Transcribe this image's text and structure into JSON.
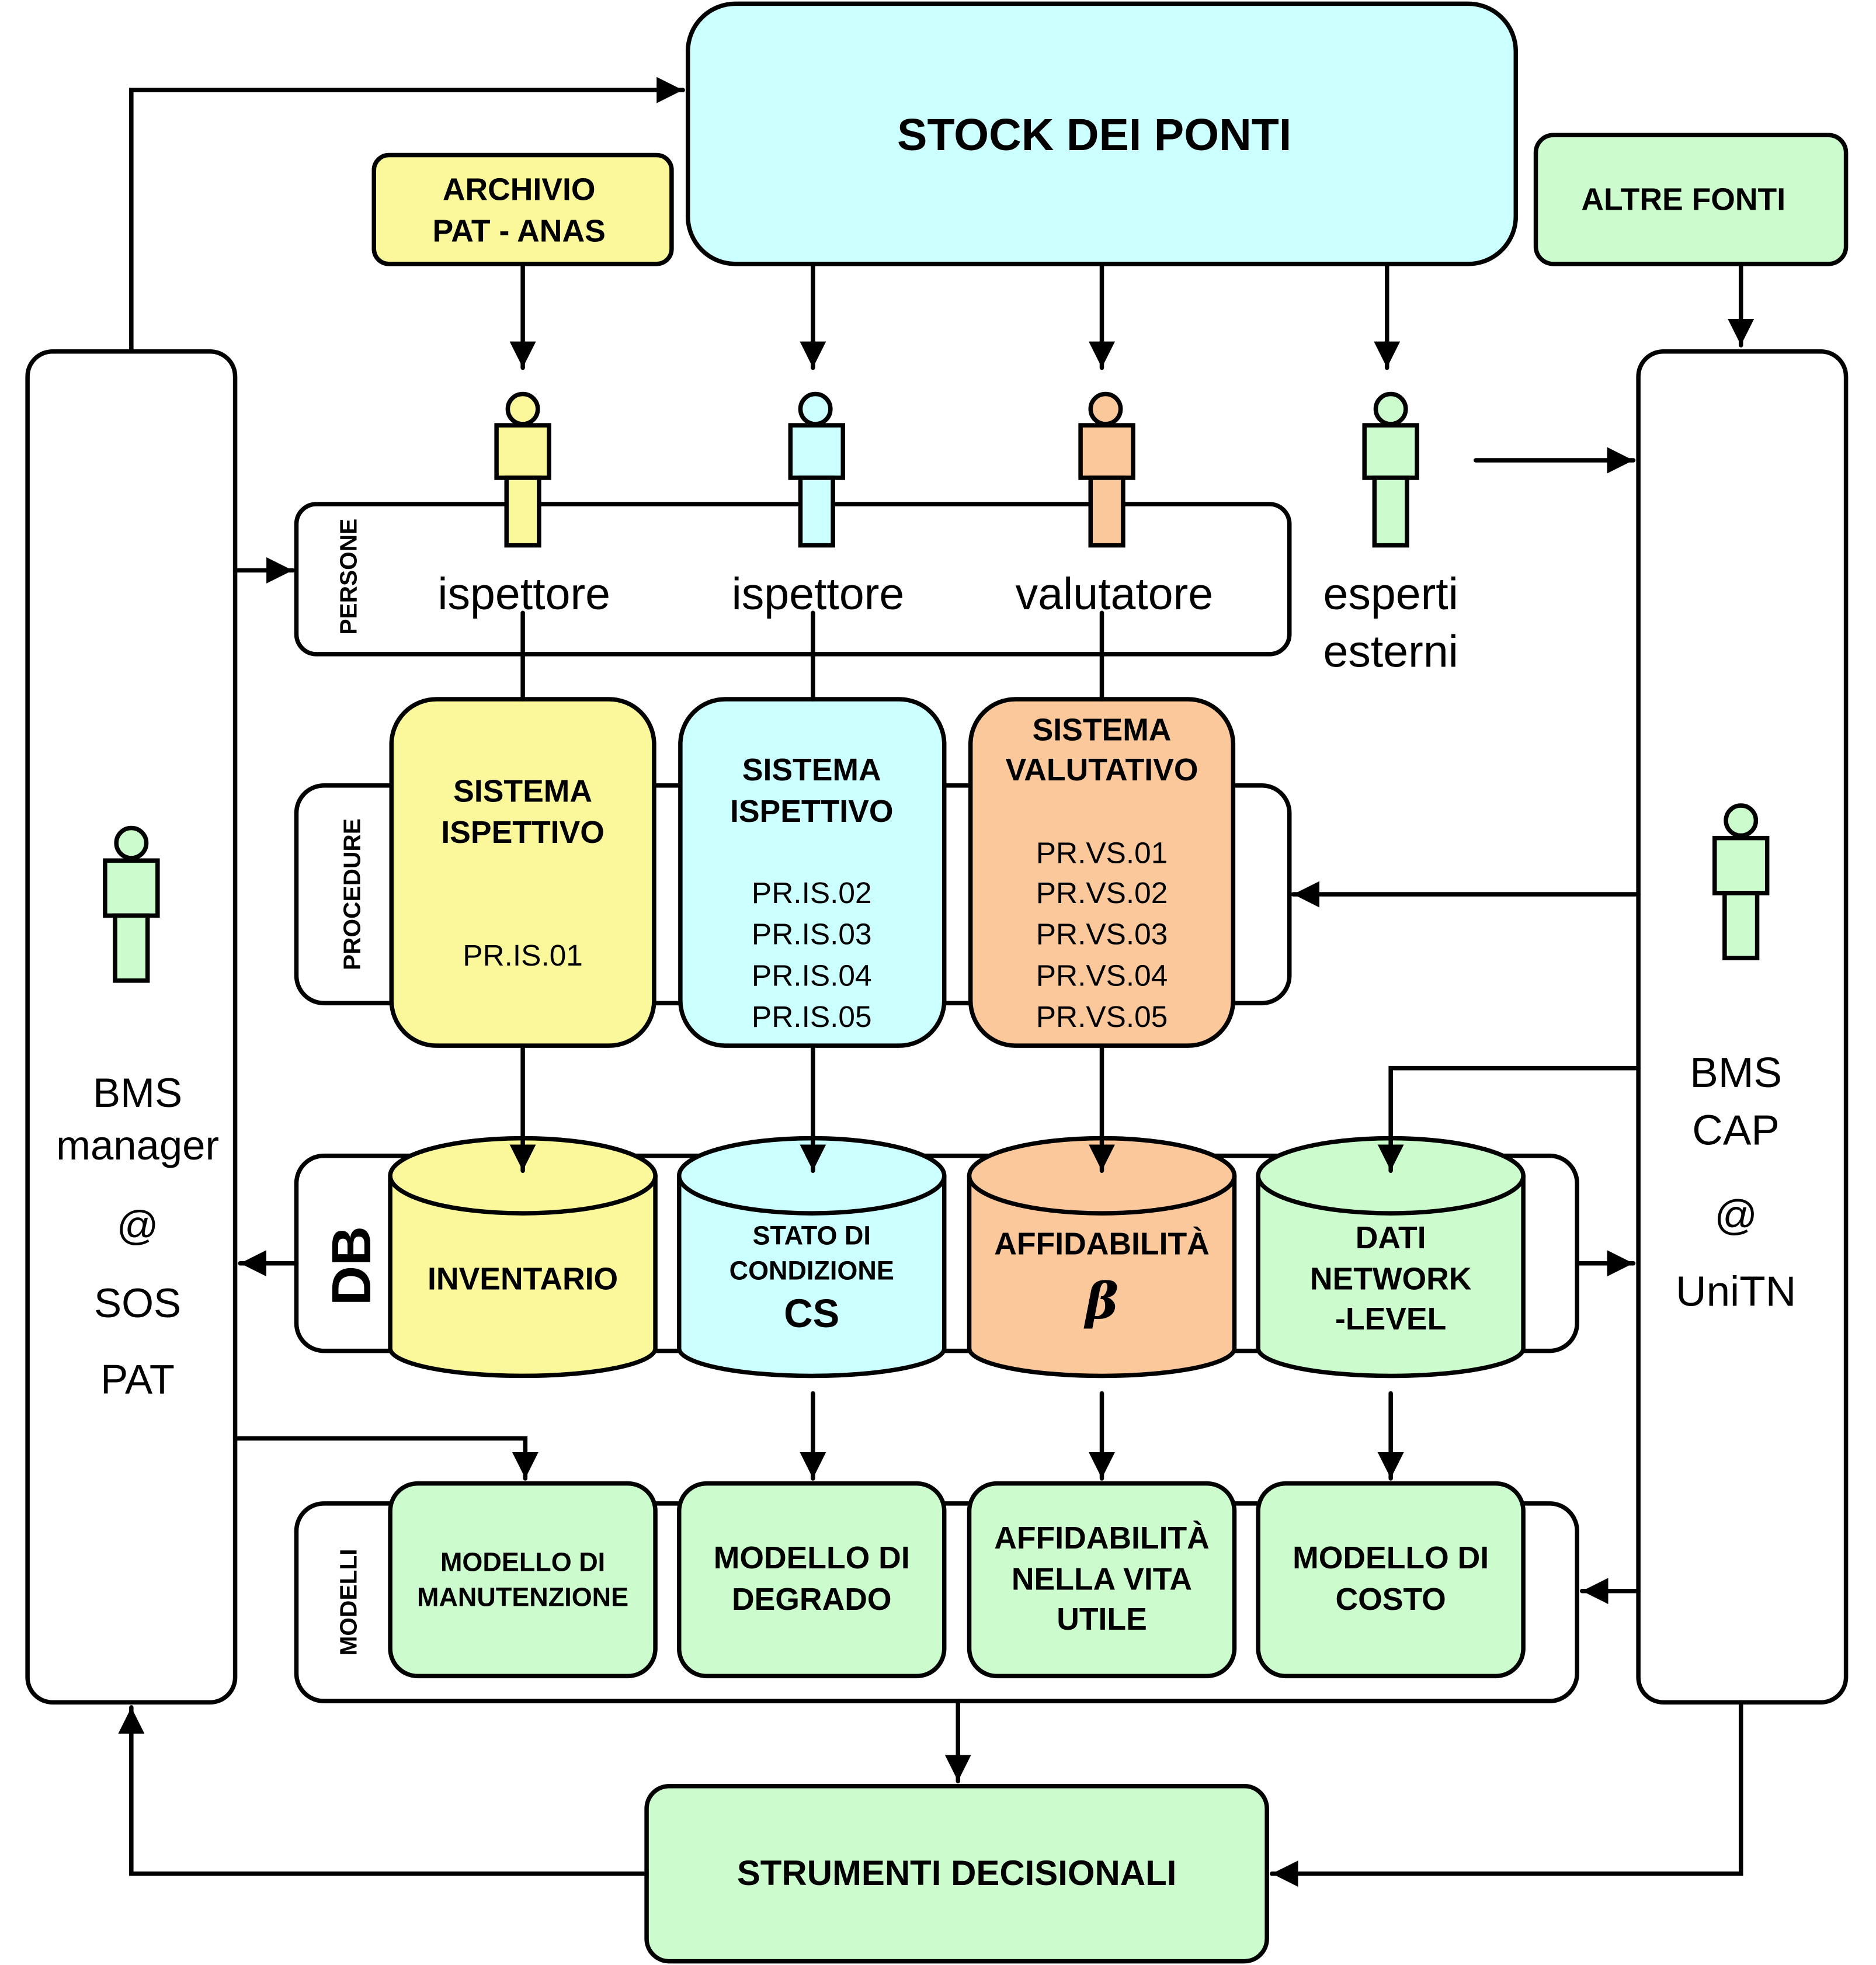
{
  "colors": {
    "yellow": "#faf89a",
    "cyan": "#ccffff",
    "orange": "#fbc89c",
    "green": "#ccfccd",
    "stroke": "#000000"
  },
  "top": {
    "stock": "STOCK DEI PONTI",
    "archivio_l1": "ARCHIVIO",
    "archivio_l2": "PAT - ANAS",
    "altre_fonti": "ALTRE FONTI"
  },
  "people": {
    "p1": "ispettore",
    "p2": "ispettore",
    "p3": "valutatore",
    "p4_l1": "esperti",
    "p4_l2": "esterni"
  },
  "side_labels": {
    "persone": "PERSONE",
    "procedure": "PROCEDURE",
    "db": "DB",
    "modelli": "MODELLI"
  },
  "procedures": {
    "p1": {
      "title_l1": "SISTEMA",
      "title_l2": "ISPETTIVO",
      "codes": [
        "PR.IS.01"
      ]
    },
    "p2": {
      "title_l1": "SISTEMA",
      "title_l2": "ISPETTIVO",
      "codes": [
        "PR.IS.02",
        "PR.IS.03",
        "PR.IS.04",
        "PR.IS.05"
      ]
    },
    "p3": {
      "title_l1": "SISTEMA",
      "title_l2": "VALUTATIVO",
      "codes": [
        "PR.VS.01",
        "PR.VS.02",
        "PR.VS.03",
        "PR.VS.04",
        "PR.VS.05"
      ]
    }
  },
  "databases": {
    "d1": "INVENTARIO",
    "d2_l1": "STATO DI",
    "d2_l2": "CONDIZIONE",
    "d2_l3": "CS",
    "d3_l1": "AFFIDABILITÀ",
    "d3_l2": "β",
    "d4_l1": "DATI",
    "d4_l2": "NETWORK",
    "d4_l3": "-LEVEL"
  },
  "models": {
    "m1_l1": "MODELLO DI",
    "m1_l2": "MANUTENZIONE",
    "m2_l1": "MODELLO DI",
    "m2_l2": "DEGRADO",
    "m3_l1": "AFFIDABILITÀ",
    "m3_l2": "NELLA VITA",
    "m3_l3": "UTILE",
    "m4_l1": "MODELLO DI",
    "m4_l2": "COSTO"
  },
  "left_panel": {
    "l1": "BMS",
    "l2": "manager",
    "l3": "@",
    "l4": "SOS",
    "l5": "PAT"
  },
  "right_panel": {
    "l1": "BMS",
    "l2": "CAP",
    "l3": "@",
    "l4": "UniTN"
  },
  "bottom": {
    "strumenti": "STRUMENTI DECISIONALI"
  }
}
